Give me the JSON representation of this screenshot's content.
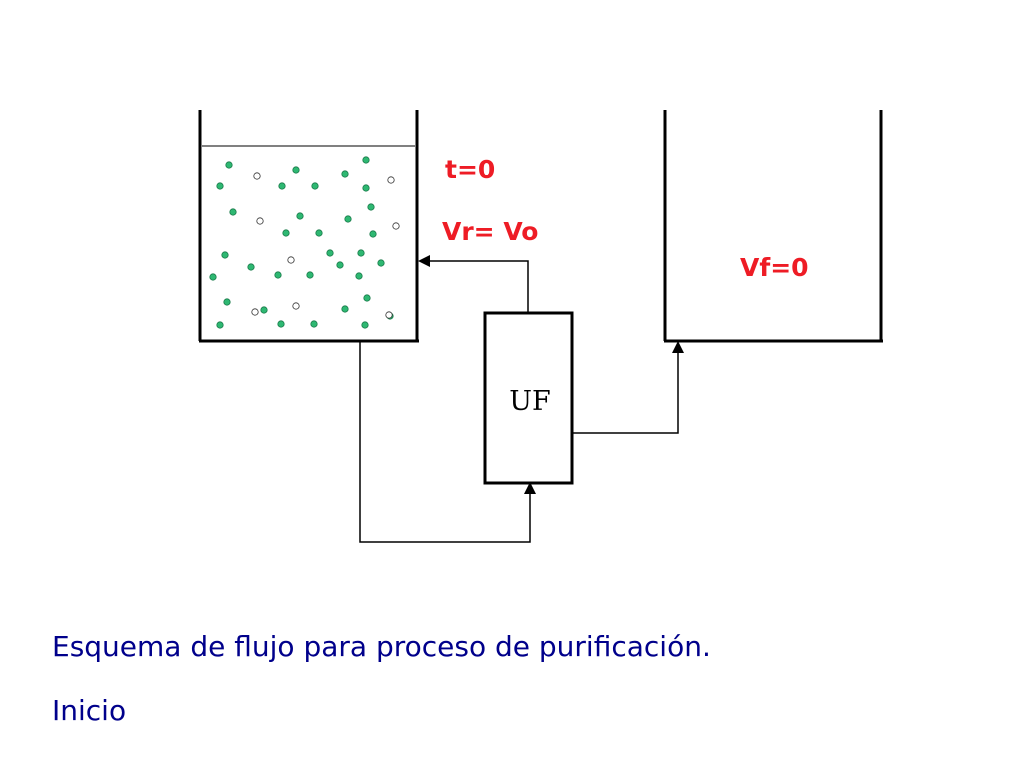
{
  "diagram": {
    "time_label": "t=0",
    "retentate_volume_label": "Vr= Vo",
    "filtrate_volume_label": "Vf=0",
    "unit_label": "UF"
  },
  "caption": {
    "line_1": "Esquema de flujo para proceso de purificación.",
    "line_2": "Inicio"
  },
  "colors": {
    "label_red": "#ee1c25",
    "caption_blue": "#00008b",
    "particle_green": "#2eb872",
    "line_black": "#000000"
  }
}
